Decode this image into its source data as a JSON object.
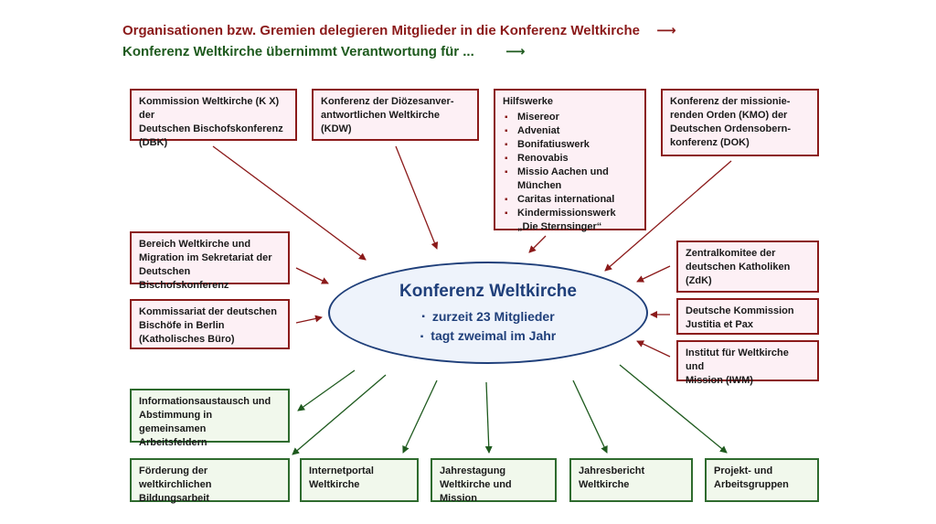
{
  "legend": {
    "red_text": "Organisationen bzw. Gremien delegieren Mitglieder in die Konferenz Weltkirche",
    "green_text": "Konferenz Weltkirche übernimmt Verantwortung für ...",
    "arrow": "⟶"
  },
  "colors": {
    "red": "#8b1a1a",
    "green": "#1e5a1e",
    "blue": "#1f3f7a"
  },
  "center": {
    "title": "Konferenz Weltkirche",
    "bullet": "▪",
    "points": [
      "zurzeit 23 Mitglieder",
      "tagt zweimal im Jahr"
    ]
  },
  "members": {
    "kx": [
      "Kommission Weltkirche (K X) der",
      "Deutschen Bischofskonferenz",
      "(DBK)"
    ],
    "kdw": [
      "Konferenz der Diözesanver-",
      "antwortlichen Weltkirche",
      "(KDW)"
    ],
    "hilfswerke": {
      "title": "Hilfswerke",
      "items": [
        "Misereor",
        "Adveniat",
        "Bonifatiuswerk",
        "Renovabis",
        "Missio Aachen und",
        "München",
        "Caritas international",
        "Kindermissionswerk",
        "„Die Sternsinger“"
      ]
    },
    "kmo": [
      "Konferenz der missionie-",
      "renden Orden (KMO) der",
      "Deutschen Ordensobern-",
      "konferenz (DOK)"
    ],
    "bereich": [
      "Bereich Weltkirche und",
      "Migration im Sekretariat der",
      "Deutschen Bischofskonferenz"
    ],
    "kommissariat": [
      "Kommissariat der deutschen",
      "Bischöfe in Berlin",
      "(Katholisches Büro)"
    ],
    "zdk": [
      "Zentralkomitee der",
      "deutschen Katholiken",
      "(ZdK)"
    ],
    "justitia": [
      "Deutsche Kommission",
      "Justitia et Pax"
    ],
    "iwm": [
      "Institut für Weltkirche und",
      "Mission (IWM)"
    ]
  },
  "responsibilities": {
    "info": [
      "Informationsaustausch und",
      "Abstimmung in gemeinsamen",
      "Arbeitsfeldern"
    ],
    "bildung": [
      "Förderung der weltkirchlichen",
      "Bildungsarbeit"
    ],
    "portal": [
      "Internetportal",
      "Weltkirche"
    ],
    "tagung": [
      "Jahrestagung",
      "Weltkirche und Mission"
    ],
    "bericht": [
      "Jahresbericht",
      "Weltkirche"
    ],
    "projekt": [
      "Projekt- und",
      "Arbeitsgruppen"
    ]
  }
}
